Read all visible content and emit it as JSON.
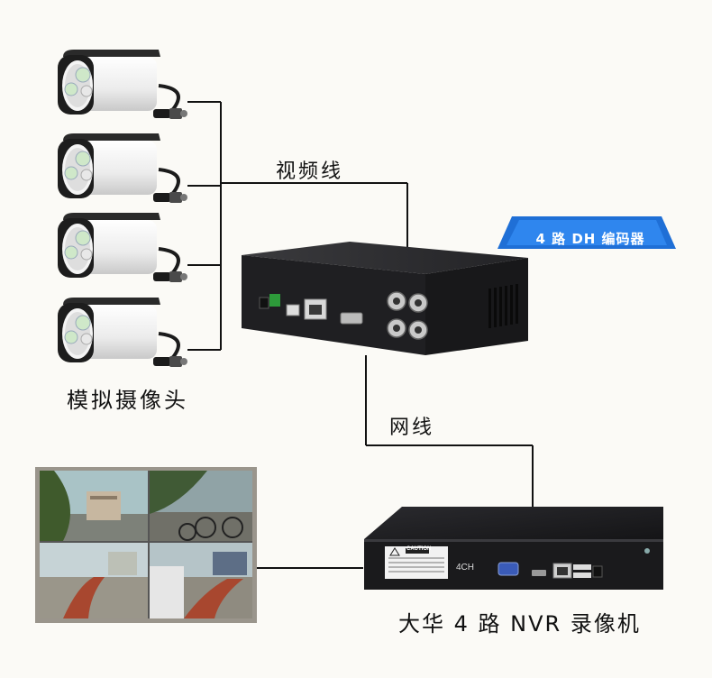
{
  "labels": {
    "video_cable": "视频线",
    "network_cable": "网线",
    "analog_cameras": "模拟摄像头",
    "encoder": "4 路 DH 编码器",
    "nvr": "大华 4 路 NVR 录像机"
  },
  "nvr_panel": {
    "caution": "CAUTION",
    "channels": "4CH"
  },
  "colors": {
    "banner_blue": "#1f6fd6",
    "line": "#111111",
    "device_body": "#1c1c1e"
  },
  "cameras": [
    {
      "icon": "bullet-camera-icon"
    },
    {
      "icon": "bullet-camera-icon"
    },
    {
      "icon": "bullet-camera-icon"
    },
    {
      "icon": "bullet-camera-icon"
    }
  ]
}
